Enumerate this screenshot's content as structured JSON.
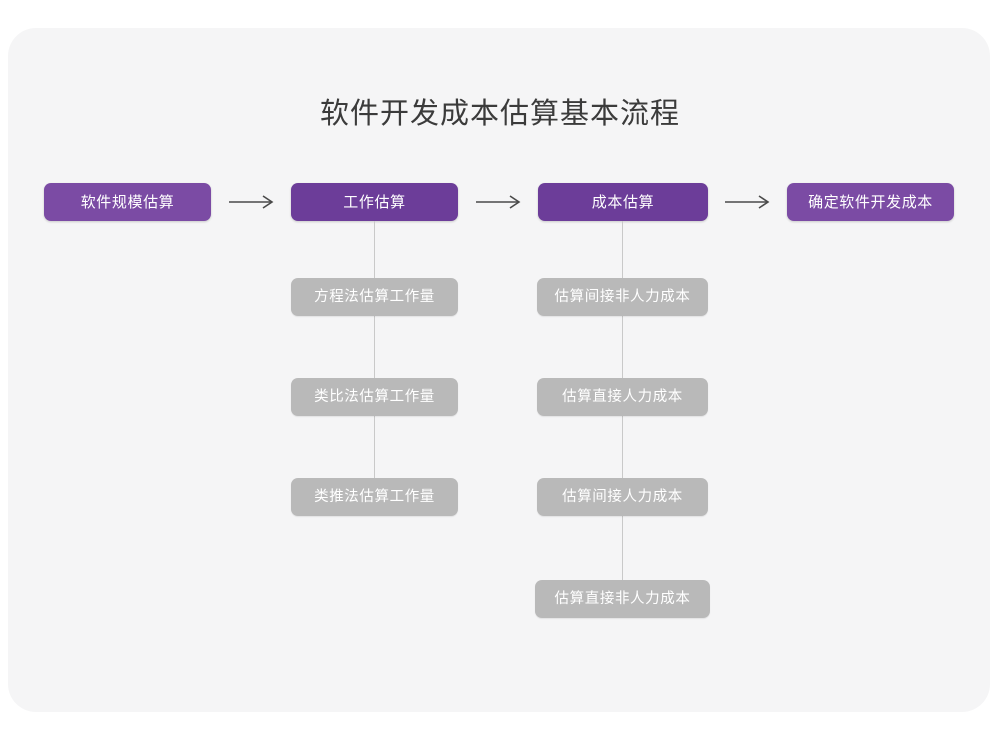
{
  "page": {
    "title": "软件开发成本估算基本流程",
    "background_color": "#ffffff",
    "card_color": "#f5f5f6",
    "title_color": "#3b3b3b"
  },
  "colors": {
    "stage_purple": "#6c3d99",
    "stage_purple_light": "#7b4ba4",
    "sub_gray": "#b9b9b9",
    "connector_gray": "#c9c9c9",
    "arrow_gray": "#4a4a4a",
    "node_text": "#ffffff"
  },
  "chart_data": {
    "type": "diagram",
    "title": "软件开发成本估算基本流程",
    "orientation": "left-to-right with vertical sub-chains",
    "stages": [
      {
        "id": "stage-1",
        "label": "软件规模估算",
        "style": "purple-light",
        "substeps": []
      },
      {
        "id": "stage-2",
        "label": "工作估算",
        "style": "purple",
        "substeps": [
          "方程法估算工作量",
          "类比法估算工作量",
          "类推法估算工作量"
        ]
      },
      {
        "id": "stage-3",
        "label": "成本估算",
        "style": "purple",
        "substeps": [
          "估算间接非人力成本",
          "估算直接人力成本",
          "估算间接人力成本",
          "估算直接非人力成本"
        ]
      },
      {
        "id": "stage-4",
        "label": "确定软件开发成本",
        "style": "purple-light",
        "substeps": []
      }
    ],
    "arrows": [
      {
        "from": "stage-1",
        "to": "stage-2",
        "glyph": "⟶"
      },
      {
        "from": "stage-2",
        "to": "stage-3",
        "glyph": "⟶"
      },
      {
        "from": "stage-3",
        "to": "stage-4",
        "glyph": "⟶"
      }
    ]
  }
}
